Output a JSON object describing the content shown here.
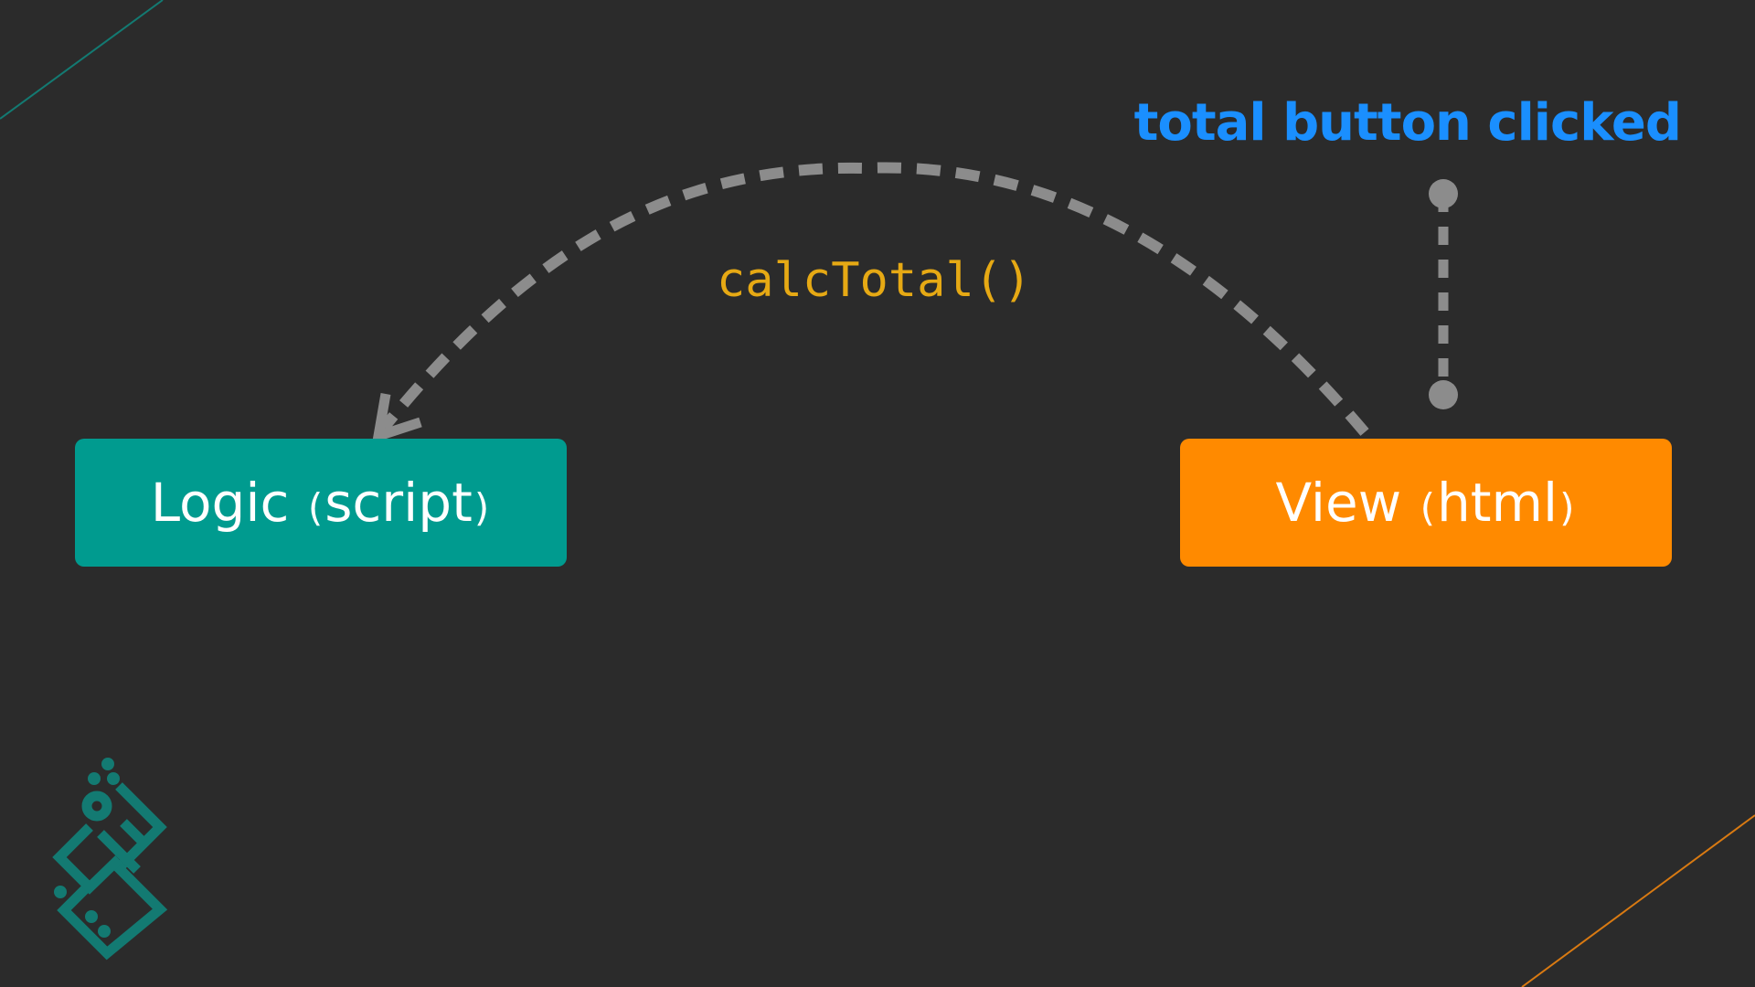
{
  "diagram": {
    "trigger_label": "total button clicked",
    "call_label": "calcTotal()",
    "logic_box": {
      "main": "Logic",
      "paren_open": "(",
      "sub": "script",
      "paren_close": ")"
    },
    "view_box": {
      "main": "View",
      "paren_open": "(",
      "sub": "html",
      "paren_close": ")"
    }
  },
  "colors": {
    "background": "#2b2b2b",
    "logic_box": "#009b8f",
    "view_box": "#ff8a00",
    "trigger_label": "#1a8fff",
    "call_label": "#e6a914",
    "connector": "#8c8c8c",
    "logo": "#137a72",
    "corner_line_top_left": "#137a72",
    "corner_line_bottom_right": "#d97a12"
  },
  "icons": {
    "logo": "circuit-logo-icon"
  }
}
